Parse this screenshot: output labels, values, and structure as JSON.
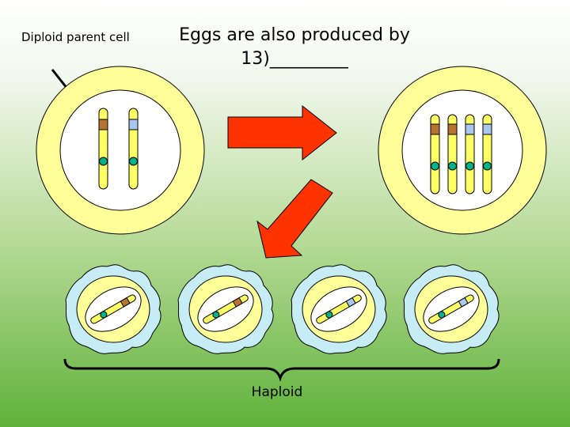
{
  "labels": {
    "diploid_parent": "Diploid parent cell",
    "title_line1": "Eggs are also produced by",
    "title_line2": "13)_________",
    "haploid": "Haploid"
  },
  "colors": {
    "outer_cell": "#ffff99",
    "inner_cell": "#ffffff",
    "chromosome": "#ffff66",
    "centromere": "#00b38a",
    "maternal_band": "#b87333",
    "paternal_band": "#a9c8f0",
    "arrow": "#ff3300",
    "egg_membrane": "#c6ecf5"
  },
  "diagram": {
    "parent_cell": {
      "chromosomes": [
        "maternal",
        "paternal"
      ]
    },
    "replicated_cell": {
      "chromatids": [
        "maternal",
        "maternal",
        "paternal",
        "paternal"
      ]
    },
    "gametes": [
      "maternal",
      "maternal",
      "paternal",
      "paternal"
    ]
  }
}
